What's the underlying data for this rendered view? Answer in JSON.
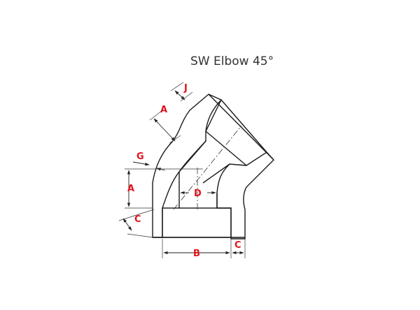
{
  "title": "SW Elbow 45°",
  "colors": {
    "hatch_fill": "#dddddd",
    "hatch_dot": "#8c8c8c",
    "outline": "#1a1a1a",
    "label": "#e0121b"
  },
  "dimension_labels": {
    "a_upper": "A",
    "j": "J",
    "g": "G",
    "a_lower": "A",
    "c_left": "C",
    "d": "D",
    "b": "B",
    "c_bottom": "C"
  }
}
